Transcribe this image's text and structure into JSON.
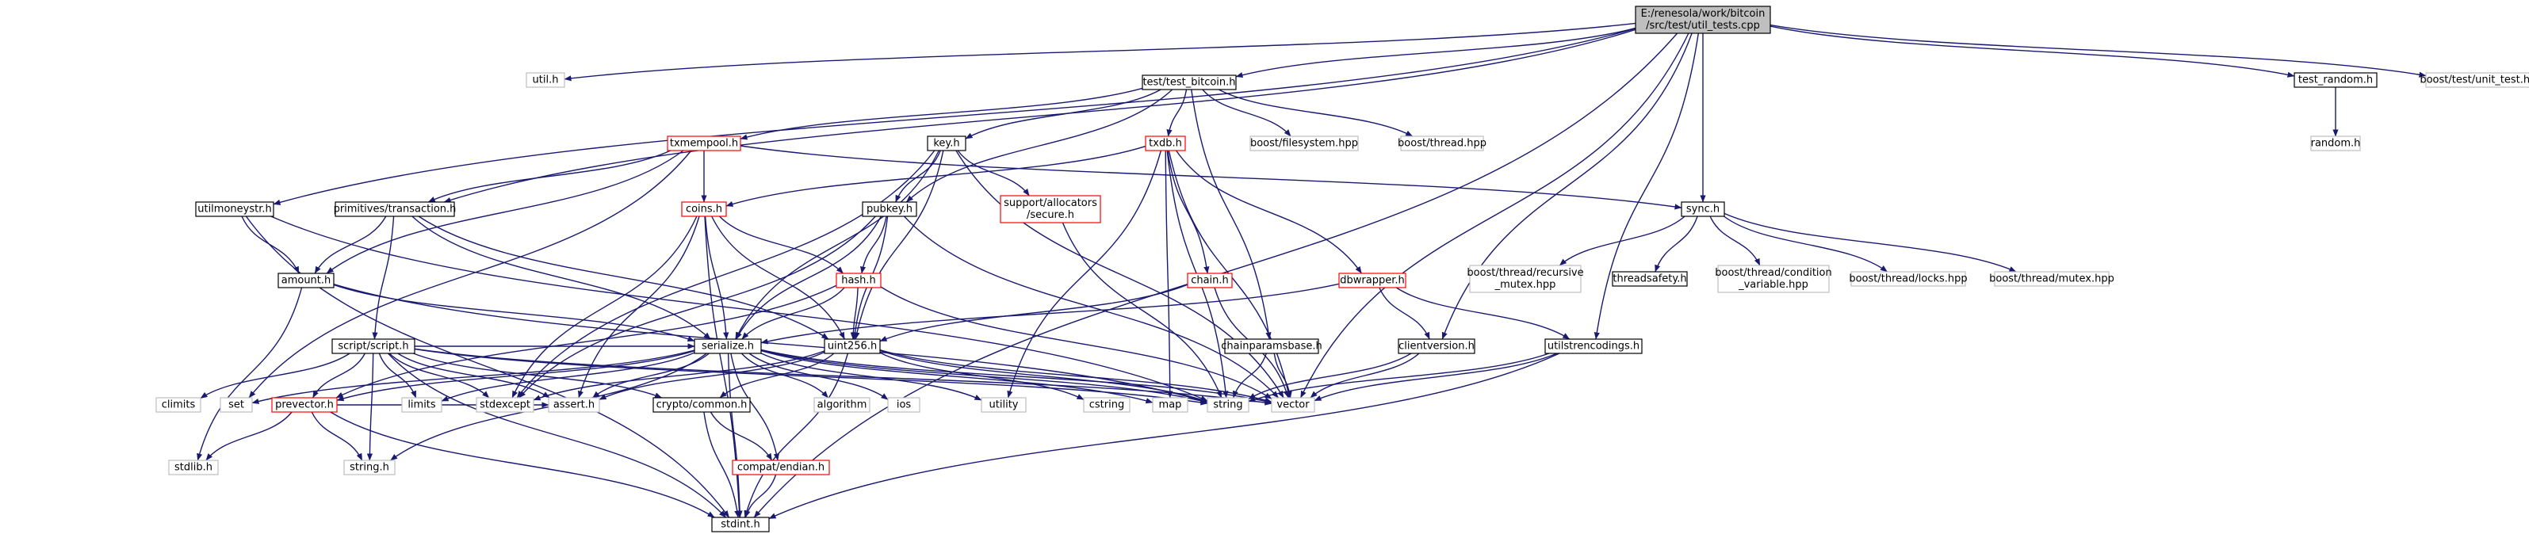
{
  "colors": {
    "edge": "#191970",
    "node_border_black": "#000000",
    "node_border_red": "#ff0000",
    "node_border_grey": "#bfbfbf",
    "root_fill": "#bfbfbf",
    "node_fill": "#ffffff"
  },
  "nodes": [
    {
      "id": "root",
      "lines": [
        "E:/renesola/work/bitcoin",
        "/src/test/util_tests.cpp"
      ],
      "style": "root"
    },
    {
      "id": "util_h",
      "lines": [
        "util.h"
      ],
      "style": "grey"
    },
    {
      "id": "test_bitcoin_h",
      "lines": [
        "test/test_bitcoin.h"
      ],
      "style": "black"
    },
    {
      "id": "test_random_h",
      "lines": [
        "test_random.h"
      ],
      "style": "black"
    },
    {
      "id": "boost_unit_test_hpp",
      "lines": [
        "boost/test/unit_test.hpp"
      ],
      "style": "grey"
    },
    {
      "id": "random_h",
      "lines": [
        "random.h"
      ],
      "style": "grey"
    },
    {
      "id": "txmempool_h",
      "lines": [
        "txmempool.h"
      ],
      "style": "red"
    },
    {
      "id": "key_h",
      "lines": [
        "key.h"
      ],
      "style": "black"
    },
    {
      "id": "txdb_h",
      "lines": [
        "txdb.h"
      ],
      "style": "red"
    },
    {
      "id": "boost_filesystem_hpp",
      "lines": [
        "boost/filesystem.hpp"
      ],
      "style": "grey"
    },
    {
      "id": "boost_thread_hpp",
      "lines": [
        "boost/thread.hpp"
      ],
      "style": "grey"
    },
    {
      "id": "utilmoneystr_h",
      "lines": [
        "utilmoneystr.h"
      ],
      "style": "black"
    },
    {
      "id": "primitives_transaction_h",
      "lines": [
        "primitives/transaction.h"
      ],
      "style": "black"
    },
    {
      "id": "coins_h",
      "lines": [
        "coins.h"
      ],
      "style": "red"
    },
    {
      "id": "pubkey_h",
      "lines": [
        "pubkey.h"
      ],
      "style": "black"
    },
    {
      "id": "support_allocators_secure_h",
      "lines": [
        "support/allocators",
        "/secure.h"
      ],
      "style": "red"
    },
    {
      "id": "sync_h",
      "lines": [
        "sync.h"
      ],
      "style": "black"
    },
    {
      "id": "amount_h",
      "lines": [
        "amount.h"
      ],
      "style": "black"
    },
    {
      "id": "hash_h",
      "lines": [
        "hash.h"
      ],
      "style": "red"
    },
    {
      "id": "chain_h",
      "lines": [
        "chain.h"
      ],
      "style": "red"
    },
    {
      "id": "dbwrapper_h",
      "lines": [
        "dbwrapper.h"
      ],
      "style": "red"
    },
    {
      "id": "boost_thread_recursive_mutex_hpp",
      "lines": [
        "boost/thread/recursive",
        "_mutex.hpp"
      ],
      "style": "grey"
    },
    {
      "id": "threadsafety_h",
      "lines": [
        "threadsafety.h"
      ],
      "style": "black"
    },
    {
      "id": "boost_thread_condition_variable_hpp",
      "lines": [
        "boost/thread/condition",
        "_variable.hpp"
      ],
      "style": "grey"
    },
    {
      "id": "boost_thread_locks_hpp",
      "lines": [
        "boost/thread/locks.hpp"
      ],
      "style": "grey"
    },
    {
      "id": "boost_thread_mutex_hpp",
      "lines": [
        "boost/thread/mutex.hpp"
      ],
      "style": "grey"
    },
    {
      "id": "script_script_h",
      "lines": [
        "script/script.h"
      ],
      "style": "black"
    },
    {
      "id": "serialize_h",
      "lines": [
        "serialize.h"
      ],
      "style": "black"
    },
    {
      "id": "uint256_h",
      "lines": [
        "uint256.h"
      ],
      "style": "black"
    },
    {
      "id": "chainparamsbase_h",
      "lines": [
        "chainparamsbase.h"
      ],
      "style": "black"
    },
    {
      "id": "clientversion_h",
      "lines": [
        "clientversion.h"
      ],
      "style": "black"
    },
    {
      "id": "utilstrencodings_h",
      "lines": [
        "utilstrencodings.h"
      ],
      "style": "black"
    },
    {
      "id": "climits",
      "lines": [
        "climits"
      ],
      "style": "grey"
    },
    {
      "id": "set",
      "lines": [
        "set"
      ],
      "style": "grey"
    },
    {
      "id": "prevector_h",
      "lines": [
        "prevector.h"
      ],
      "style": "red"
    },
    {
      "id": "limits",
      "lines": [
        "limits"
      ],
      "style": "grey"
    },
    {
      "id": "stdexcept",
      "lines": [
        "stdexcept"
      ],
      "style": "grey"
    },
    {
      "id": "assert_h",
      "lines": [
        "assert.h"
      ],
      "style": "grey"
    },
    {
      "id": "crypto_common_h",
      "lines": [
        "crypto/common.h"
      ],
      "style": "black"
    },
    {
      "id": "algorithm",
      "lines": [
        "algorithm"
      ],
      "style": "grey"
    },
    {
      "id": "ios",
      "lines": [
        "ios"
      ],
      "style": "grey"
    },
    {
      "id": "utility",
      "lines": [
        "utility"
      ],
      "style": "grey"
    },
    {
      "id": "cstring",
      "lines": [
        "cstring"
      ],
      "style": "grey"
    },
    {
      "id": "map",
      "lines": [
        "map"
      ],
      "style": "grey"
    },
    {
      "id": "string",
      "lines": [
        "string"
      ],
      "style": "grey"
    },
    {
      "id": "vector",
      "lines": [
        "vector"
      ],
      "style": "grey"
    },
    {
      "id": "stdlib_h",
      "lines": [
        "stdlib.h"
      ],
      "style": "grey"
    },
    {
      "id": "string_h",
      "lines": [
        "string.h"
      ],
      "style": "grey"
    },
    {
      "id": "compat_endian_h",
      "lines": [
        "compat/endian.h"
      ],
      "style": "red"
    },
    {
      "id": "stdint_h",
      "lines": [
        "stdint.h"
      ],
      "style": "black"
    }
  ],
  "edges": [
    [
      "root",
      "util_h"
    ],
    [
      "root",
      "test_bitcoin_h"
    ],
    [
      "root",
      "test_random_h"
    ],
    [
      "root",
      "boost_unit_test_hpp"
    ],
    [
      "root",
      "utilmoneystr_h"
    ],
    [
      "root",
      "primitives_transaction_h"
    ],
    [
      "root",
      "sync_h"
    ],
    [
      "root",
      "clientversion_h"
    ],
    [
      "root",
      "utilstrencodings_h"
    ],
    [
      "root",
      "vector"
    ],
    [
      "root",
      "stdint_h"
    ],
    [
      "test_random_h",
      "random_h"
    ],
    [
      "test_bitcoin_h",
      "txmempool_h"
    ],
    [
      "test_bitcoin_h",
      "key_h"
    ],
    [
      "test_bitcoin_h",
      "txdb_h"
    ],
    [
      "test_bitcoin_h",
      "boost_filesystem_hpp"
    ],
    [
      "test_bitcoin_h",
      "boost_thread_hpp"
    ],
    [
      "test_bitcoin_h",
      "pubkey_h"
    ],
    [
      "test_bitcoin_h",
      "chainparamsbase_h"
    ],
    [
      "txmempool_h",
      "primitives_transaction_h"
    ],
    [
      "txmempool_h",
      "coins_h"
    ],
    [
      "txmempool_h",
      "amount_h"
    ],
    [
      "txmempool_h",
      "sync_h"
    ],
    [
      "txmempool_h",
      "set"
    ],
    [
      "key_h",
      "pubkey_h"
    ],
    [
      "key_h",
      "support_allocators_secure_h"
    ],
    [
      "key_h",
      "serialize_h"
    ],
    [
      "key_h",
      "uint256_h"
    ],
    [
      "key_h",
      "stdexcept"
    ],
    [
      "key_h",
      "vector"
    ],
    [
      "txdb_h",
      "coins_h"
    ],
    [
      "txdb_h",
      "chain_h"
    ],
    [
      "txdb_h",
      "dbwrapper_h"
    ],
    [
      "txdb_h",
      "map"
    ],
    [
      "txdb_h",
      "string"
    ],
    [
      "txdb_h",
      "utility"
    ],
    [
      "txdb_h",
      "vector"
    ],
    [
      "utilmoneystr_h",
      "amount_h"
    ],
    [
      "utilmoneystr_h",
      "stdint_h"
    ],
    [
      "utilmoneystr_h",
      "string"
    ],
    [
      "primitives_transaction_h",
      "amount_h"
    ],
    [
      "primitives_transaction_h",
      "script_script_h"
    ],
    [
      "primitives_transaction_h",
      "serialize_h"
    ],
    [
      "primitives_transaction_h",
      "uint256_h"
    ],
    [
      "coins_h",
      "hash_h"
    ],
    [
      "coins_h",
      "serialize_h"
    ],
    [
      "coins_h",
      "uint256_h"
    ],
    [
      "coins_h",
      "assert_h"
    ],
    [
      "coins_h",
      "stdint_h"
    ],
    [
      "coins_h",
      "stdexcept"
    ],
    [
      "pubkey_h",
      "hash_h"
    ],
    [
      "pubkey_h",
      "serialize_h"
    ],
    [
      "pubkey_h",
      "uint256_h"
    ],
    [
      "pubkey_h",
      "stdexcept"
    ],
    [
      "pubkey_h",
      "vector"
    ],
    [
      "support_allocators_secure_h",
      "string"
    ],
    [
      "sync_h",
      "boost_thread_recursive_mutex_hpp"
    ],
    [
      "sync_h",
      "threadsafety_h"
    ],
    [
      "sync_h",
      "boost_thread_condition_variable_hpp"
    ],
    [
      "sync_h",
      "boost_thread_locks_hpp"
    ],
    [
      "sync_h",
      "boost_thread_mutex_hpp"
    ],
    [
      "amount_h",
      "serialize_h"
    ],
    [
      "amount_h",
      "stdlib_h"
    ],
    [
      "amount_h",
      "string"
    ],
    [
      "hash_h",
      "serialize_h"
    ],
    [
      "hash_h",
      "uint256_h"
    ],
    [
      "hash_h",
      "prevector_h"
    ],
    [
      "hash_h",
      "vector"
    ],
    [
      "chain_h",
      "uint256_h"
    ],
    [
      "chain_h",
      "vector"
    ],
    [
      "dbwrapper_h",
      "serialize_h"
    ],
    [
      "dbwrapper_h",
      "clientversion_h"
    ],
    [
      "dbwrapper_h",
      "utilstrencodings_h"
    ],
    [
      "script_script_h",
      "climits"
    ],
    [
      "script_script_h",
      "limits"
    ],
    [
      "script_script_h",
      "stdexcept"
    ],
    [
      "script_script_h",
      "stdint_h"
    ],
    [
      "script_script_h",
      "string_h"
    ],
    [
      "script_script_h",
      "string"
    ],
    [
      "script_script_h",
      "vector"
    ],
    [
      "script_script_h",
      "prevector_h"
    ],
    [
      "script_script_h",
      "crypto_common_h"
    ],
    [
      "script_script_h",
      "serialize_h"
    ],
    [
      "script_script_h",
      "assert_h"
    ],
    [
      "serialize_h",
      "compat_endian_h"
    ],
    [
      "serialize_h",
      "algorithm"
    ],
    [
      "serialize_h",
      "assert_h"
    ],
    [
      "serialize_h",
      "ios"
    ],
    [
      "serialize_h",
      "limits"
    ],
    [
      "serialize_h",
      "map"
    ],
    [
      "serialize_h",
      "set"
    ],
    [
      "serialize_h",
      "stdint_h"
    ],
    [
      "serialize_h",
      "string"
    ],
    [
      "serialize_h",
      "string_h"
    ],
    [
      "serialize_h",
      "utility"
    ],
    [
      "serialize_h",
      "vector"
    ],
    [
      "serialize_h",
      "prevector_h"
    ],
    [
      "uint256_h",
      "assert_h"
    ],
    [
      "uint256_h",
      "cstring"
    ],
    [
      "uint256_h",
      "stdexcept"
    ],
    [
      "uint256_h",
      "stdint_h"
    ],
    [
      "uint256_h",
      "string"
    ],
    [
      "uint256_h",
      "vector"
    ],
    [
      "uint256_h",
      "crypto_common_h"
    ],
    [
      "chainparamsbase_h",
      "string"
    ],
    [
      "chainparamsbase_h",
      "vector"
    ],
    [
      "clientversion_h",
      "string"
    ],
    [
      "clientversion_h",
      "vector"
    ],
    [
      "utilstrencodings_h",
      "stdint_h"
    ],
    [
      "utilstrencodings_h",
      "string"
    ],
    [
      "utilstrencodings_h",
      "vector"
    ],
    [
      "prevector_h",
      "stdlib_h"
    ],
    [
      "prevector_h",
      "stdint_h"
    ],
    [
      "prevector_h",
      "string_h"
    ],
    [
      "prevector_h",
      "assert_h"
    ],
    [
      "crypto_common_h",
      "stdint_h"
    ],
    [
      "crypto_common_h",
      "compat_endian_h"
    ],
    [
      "compat_endian_h",
      "stdint_h"
    ]
  ]
}
